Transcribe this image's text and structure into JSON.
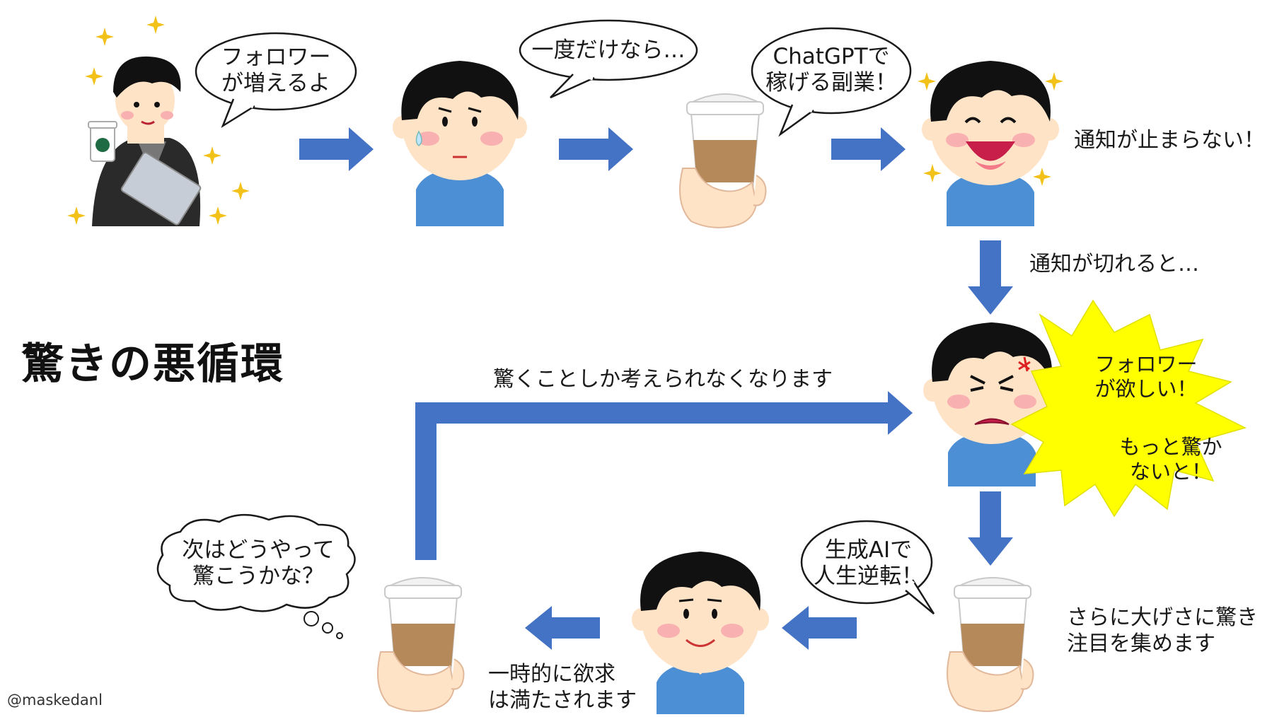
{
  "title": "驚きの悪循環",
  "credit": "@maskedanl",
  "colors": {
    "arrow": "#4472c4",
    "shirt": "#4d8fd4",
    "hair": "#111111",
    "skin": "#ffe3c7",
    "cheek": "#f8b0b0",
    "burst": "#ffff00",
    "cup_sleeve": "#b5895a",
    "sparkle": "#f2c21a"
  },
  "bubbles": {
    "followers": "フォロワー\nが増えるよ",
    "just_once": "一度だけなら…",
    "side_job": "ChatGPTで\n稼げる副業！",
    "life_reversal": "生成AIで\n人生逆転！",
    "next_thought": "次はどうやって\n驚こうかな？"
  },
  "burst": {
    "line1": "フォロワー\nが欲しい！",
    "line2": "もっと驚か\nないと！"
  },
  "labels": {
    "notifications": "通知が止まらない！",
    "notif_cut": "通知が切れると…",
    "only_surprise": "驚くことしか考えられなくなります",
    "exaggerate": "さらに大げさに驚き\n注目を集めます",
    "temporary": "一時的に欲求\nは満たされます"
  },
  "icons": [
    "influencer-figure",
    "worried-boy",
    "coffee-cup-hand",
    "laughing-boy",
    "angry-boy",
    "coffee-cup-hand",
    "smiling-boy",
    "coffee-cup-hand"
  ]
}
